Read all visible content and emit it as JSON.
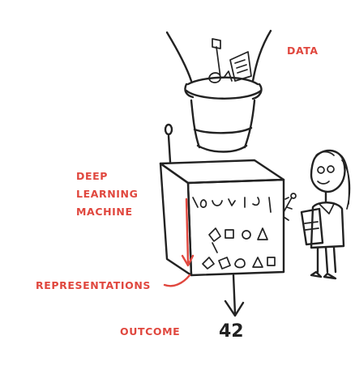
{
  "labels": {
    "data": "DATA",
    "machine_line1": "DEEP",
    "machine_line2": "LEARNING",
    "machine_line3": "MACHINE",
    "representations": "REPRESENTATIONS",
    "outcome": "OUTCOME",
    "result": "42"
  },
  "colors": {
    "annotation": "#e0473e",
    "ink": "#222222"
  }
}
